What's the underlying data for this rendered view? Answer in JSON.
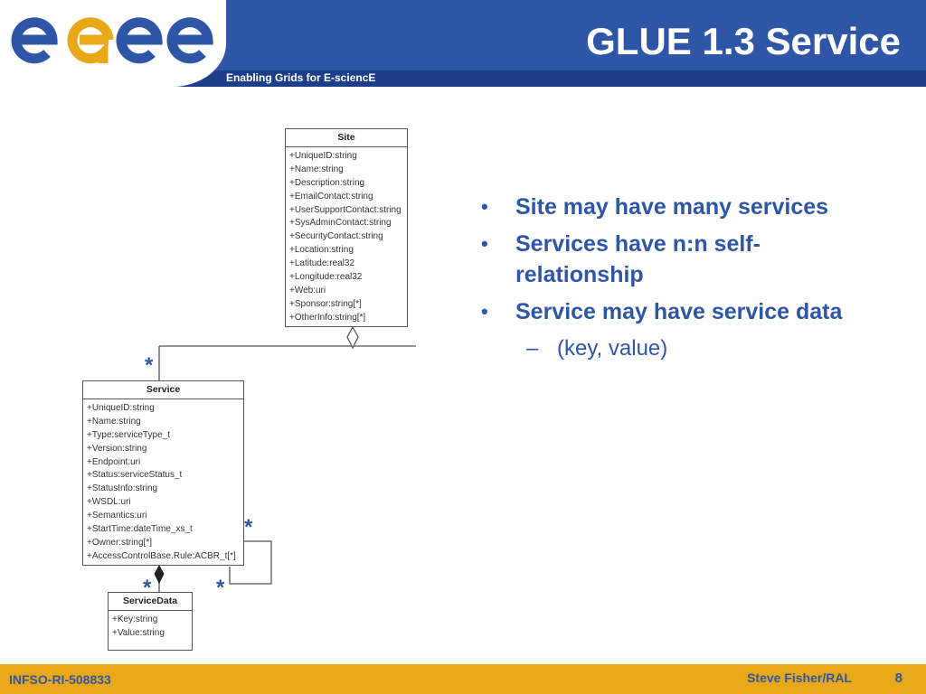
{
  "header": {
    "logo_text": "egee",
    "tagline": "Enabling Grids for E-sciencE",
    "title": "GLUE 1.3 Service"
  },
  "diagram": {
    "site": {
      "name": "Site",
      "attributes": [
        "+UniqueID:string",
        "+Name:string",
        "+Description:string",
        "+EmailContact:string",
        "+UserSupportContact:string",
        "+SysAdminContact:string",
        "+SecurityContact:string",
        "+Location:string",
        "+Latitude:real32",
        "+Longitude:real32",
        "+Web:uri",
        "+Sponsor:string[*]",
        "+OtherInfo:string[*]"
      ]
    },
    "service": {
      "name": "Service",
      "attributes": [
        "+UniqueID:string",
        "+Name:string",
        "+Type:serviceType_t",
        "+Version:string",
        "+Endpoint:uri",
        "+Status:serviceStatus_t",
        "+StatusInfo:string",
        "+WSDL:uri",
        "+Semantics:uri",
        "+StartTime:dateTime_xs_t",
        "+Owner:string[*]",
        "+AccessControlBase.Rule:ACBR_t[*]"
      ]
    },
    "servicedata": {
      "name": "ServiceData",
      "attributes": [
        "+Key:string",
        "+Value:string"
      ]
    },
    "multiplicity": {
      "site_service": "*",
      "self_top": "*",
      "self_bottom": "*",
      "servicedata": "*"
    }
  },
  "bullets": [
    "Site may have many services",
    "Services have n:n self-relationship",
    "Service may have service data"
  ],
  "sub_bullets": [
    "(key, value)"
  ],
  "footer": {
    "left": "INFSO-RI-508833",
    "author": "Steve Fisher/RAL",
    "page": "8"
  },
  "colors": {
    "header_blue": "#2f56a6",
    "footer_gold": "#e8a817",
    "logo_blue": "#2f56a6",
    "logo_gold": "#e8a817"
  }
}
